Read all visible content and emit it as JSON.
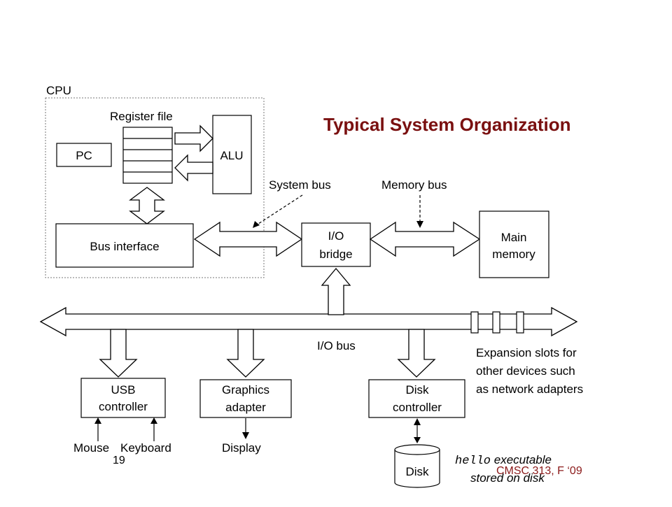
{
  "title": "Typical System Organization",
  "cpu": {
    "label": "CPU",
    "register_file": "Register file",
    "pc": "PC",
    "alu": "ALU",
    "bus_interface": "Bus interface"
  },
  "buses": {
    "system_bus": "System bus",
    "memory_bus": "Memory bus",
    "io_bus": "I/O bus"
  },
  "io_bridge": [
    "I/O",
    "bridge"
  ],
  "main_memory": [
    "Main",
    "memory"
  ],
  "usb_controller": [
    "USB",
    "controller"
  ],
  "graphics_adapter": [
    "Graphics",
    "adapter"
  ],
  "disk_controller": [
    "Disk",
    "controller"
  ],
  "expansion": [
    "Expansion slots for",
    "other devices such",
    "as network adapters"
  ],
  "devices": {
    "mouse": "Mouse",
    "keyboard": "Keyboard",
    "display": "Display",
    "disk": "Disk"
  },
  "hello_note": {
    "code": "hello",
    "line1_rest": " executable",
    "line2": "stored on disk"
  },
  "footer": {
    "page": "19",
    "course": "CMSC 313, F ‘09"
  }
}
